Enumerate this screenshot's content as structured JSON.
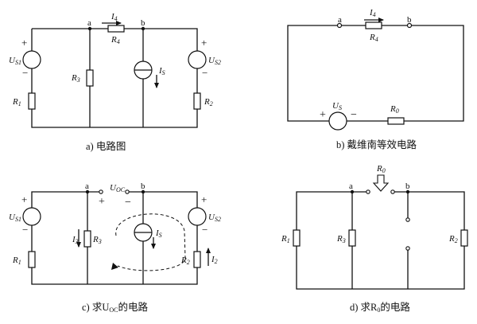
{
  "captions": {
    "a": "a) 电路图",
    "b": "b) 戴维南等效电路",
    "c": "c) 求U",
    "c_sub": "OC",
    "c_tail": "的电路",
    "d": "d) 求R",
    "d_sub": "0",
    "d_tail": "的电路"
  },
  "labels": {
    "node_a": "a",
    "node_b": "b",
    "U": "U",
    "I": "I",
    "R": "R",
    "S1": "S1",
    "S2": "S2",
    "S": "S",
    "OC": "OC",
    "n0": "0",
    "n1": "1",
    "n2": "2",
    "n3": "3",
    "n4": "4",
    "plus": "+",
    "minus": "−"
  }
}
